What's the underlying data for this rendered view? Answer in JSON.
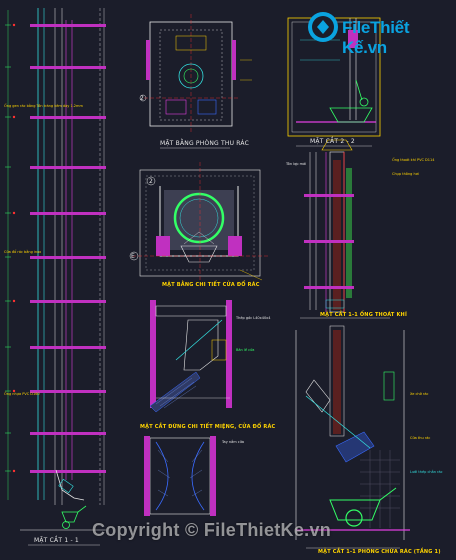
{
  "sheet": {
    "background": "#1b1d2a",
    "line_colors": {
      "white": "#e6e6e6",
      "yellow": "#ffd400",
      "cyan": "#33dddd",
      "magenta": "#e040e0",
      "green": "#33ff66",
      "red": "#ff3030",
      "blue": "#3a6bff"
    }
  },
  "captions": {
    "elevation_1_1": "MẶT CẮT 1 - 1",
    "floor_plan": "MẶT BẰNG PHÒNG THU RÁC",
    "section_2_2": "MẶT CẮT 2 - 2",
    "door_plan": "MẶT BẰNG CHI TIẾT CỬA ĐỔ RÁC",
    "exhaust_section": "MẶT CẮT 1-1 ỐNG THOÁT KHÍ",
    "door_vertical": "MẶT CẮT ĐỨNG CHI TIẾT MIỆNG, CỬA ĐỔ RÁC",
    "room_section": "MẶT CẮT 1-1 PHÒNG CHỨA RÁC (TẦNG 1)"
  },
  "grid_marks": {
    "a": "2",
    "b": "E",
    "c": "2",
    "d": "E"
  },
  "notes": {
    "chute_floor": "Ống gen rác bằng Tôn tráng kẽm dày 1.2mm",
    "chute_door": "Cửa đổ rác bằng inox",
    "chute_base": "Ống nhựa PVC D160",
    "exhaust_1": "Ống thoát khí PVC D114",
    "exhaust_2": "Chụp thông hơi",
    "exhaust_3": "Tôn lợp mái",
    "door_1": "Thép góc L40x40x4",
    "door_2": "Bản lề cửa",
    "door_3": "Tay nắm cửa",
    "room_1": "Xe chở rác",
    "room_2": "Cửa thu rác",
    "room_3": "Lưới thép chắn rác"
  },
  "watermark": {
    "logo_text_a": "File",
    "logo_text_b": "Thiết Kế",
    "logo_text_c": ".vn",
    "copyright": "Copyright © FileThietKe.vn",
    "brand_color": "#0aa3e0"
  }
}
